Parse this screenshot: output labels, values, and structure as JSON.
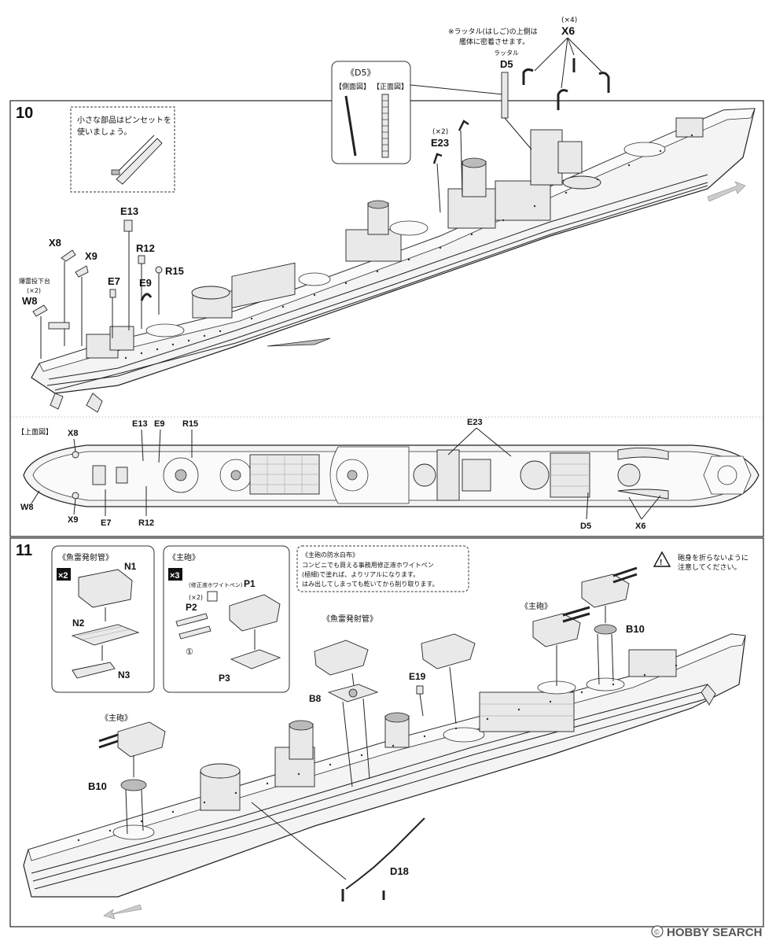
{
  "steps": [
    {
      "number": "10",
      "tip": {
        "line1": "小さな部品はピンセットを",
        "line2": "使いましょう。"
      }
    },
    {
      "number": "11"
    }
  ],
  "step10": {
    "d5_box": {
      "title": "《D5》",
      "side_label": "【側面図】",
      "front_label": "【正面図】"
    },
    "ladder_note": {
      "line1": "※ラッタル(はしご)の上側は",
      "line2": "艦体に密着させます。",
      "ladder_word": "ラッタル"
    },
    "parts": {
      "x6": "X6",
      "x6_count": "(×4)",
      "d5": "D5",
      "e23": "E23",
      "e23_count": "(×2)",
      "e13": "E13",
      "r12": "R12",
      "r15": "R15",
      "e9": "E9",
      "e7": "E7",
      "x8": "X8",
      "x9": "X9",
      "w8": "W8",
      "w8_name": "爆雷投下台",
      "w8_count": "(×2)"
    },
    "top_view": {
      "title": "【上面図】",
      "labels": {
        "x8": "X8",
        "e13": "E13",
        "e9": "E9",
        "r15": "R15",
        "e23": "E23",
        "w8": "W8",
        "x9": "X9",
        "e7": "E7",
        "r12": "R12",
        "d5": "D5",
        "x6": "X6"
      }
    }
  },
  "step11": {
    "torpedo_box": {
      "title": "《魚雷発射管》",
      "multiplier": "×2",
      "n1": "N1",
      "n2": "N2",
      "n3": "N3"
    },
    "gun_box": {
      "title": "《主砲》",
      "multiplier": "×3",
      "p1": "P1",
      "p2": "P2",
      "p2_count": "(×2)",
      "p3": "P3",
      "pen_note": "(修正液ホワイトペン)",
      "circle_one": "①"
    },
    "note": {
      "title": "《主砲の防水白布》",
      "line1": "コンビニでも買える事務用修正液ホワイトペン",
      "line2": "(極細)で塗れば、よりリアルになります。",
      "line3": "はみ出してしまっても乾いてから削り取ります。"
    },
    "warning": {
      "line1": "砲身を折らないように",
      "line2": "注意してください。"
    },
    "labels": {
      "torpedo1": "《魚雷発射管》",
      "gun_rear": "《主砲》",
      "gun_front": "《主砲》",
      "b8": "B8",
      "e19": "E19",
      "b10_rear": "B10",
      "b10_front": "B10",
      "d18": "D18"
    }
  },
  "watermark": {
    "brand": "HOBBY SEARCH",
    "copyright": "©"
  }
}
